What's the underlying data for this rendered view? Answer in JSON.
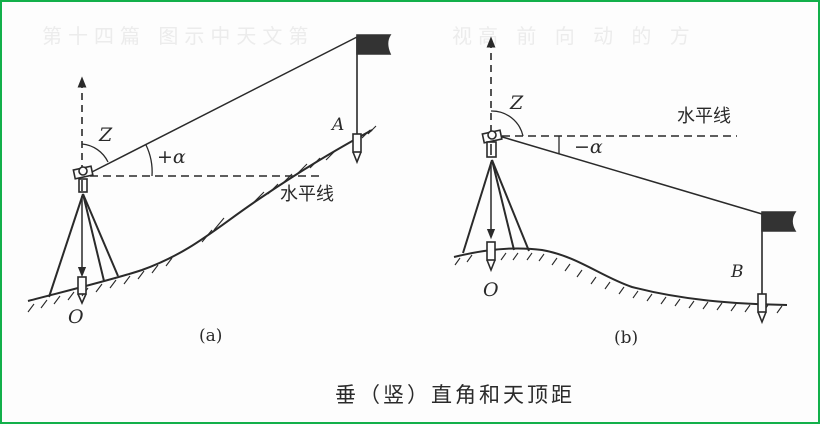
{
  "figure": {
    "caption": "垂（竖）直角和天顶距",
    "border_color": "#12b04a",
    "line_color": "#2a2a2a"
  },
  "panel_a": {
    "label": "(a)",
    "zenith_label": "Z",
    "angle_label": "+α",
    "horizontal_line_label": "水平线",
    "target_point_label": "A",
    "station_point_label": "O"
  },
  "panel_b": {
    "label": "(b)",
    "zenith_label": "Z",
    "angle_label": "−α",
    "horizontal_line_label": "水平线",
    "target_point_label": "B",
    "station_point_label": "O"
  },
  "background_bleed": {
    "top_text_a": "第十四篇 图示中天文第",
    "top_text_b": "视高 前 向 动 的 方"
  }
}
